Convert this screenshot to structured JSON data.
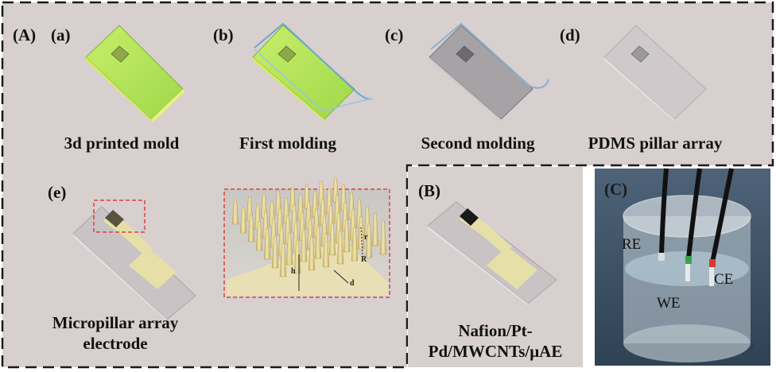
{
  "panels": {
    "A": "(A)",
    "a": "(a)",
    "b": "(b)",
    "c": "(c)",
    "d": "(d)",
    "e": "(e)",
    "B": "(B)",
    "C": "(C)"
  },
  "captions": {
    "a": "3d printed mold",
    "b": "First molding",
    "c": "Second molding",
    "d": "PDMS pillar array",
    "e_line1": "Micropillar array",
    "e_line2": "electrode",
    "B_line1": "Nafion/Pt-",
    "B_line2": "Pd/MWCNTs/μAE"
  },
  "zoom_labels": {
    "h": "h",
    "d": "d",
    "r": "r",
    "R": "R"
  },
  "electrodes": {
    "RE": "RE",
    "CE": "CE",
    "WE": "WE"
  },
  "colors": {
    "panel_bg": "#d8cfcf",
    "dash_border": "#1a1a1a",
    "mold_green": "#bfe85a",
    "pdms_gray": "#c9c3c6",
    "electrode_yellow": "#e6dfa8",
    "zoom_dash": "#e0403a",
    "beaker_bg": "#3f5468"
  }
}
